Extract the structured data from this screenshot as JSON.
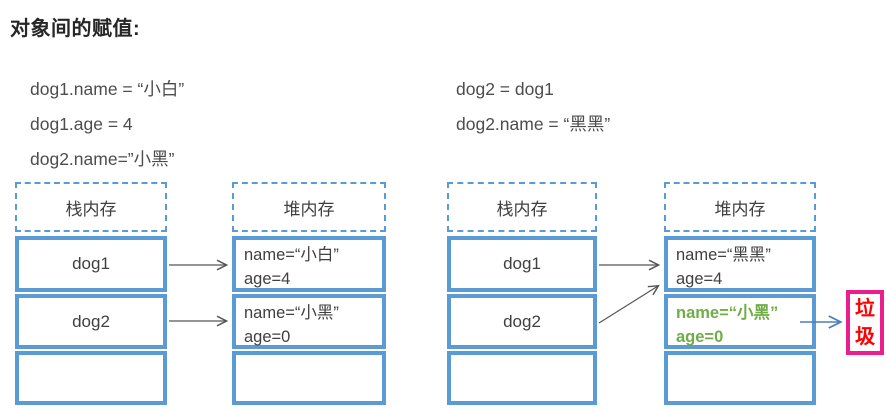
{
  "title": "对象间的赋值:",
  "code_left": {
    "lines": [
      "dog1.name = “小白”",
      "dog1.age = 4",
      "dog2.name=”小黑”"
    ]
  },
  "code_right": {
    "lines": [
      "dog2 = dog1",
      "dog2.name = “黑黑”"
    ]
  },
  "diagram_left": {
    "stack_title": "栈内存",
    "heap_title": "堆内存",
    "stack_row1": "dog1",
    "stack_row2": "dog2",
    "heap_row1": {
      "line1": "name=“小白”",
      "line2": "age=4"
    },
    "heap_row2": {
      "line1": "name=“小黑”",
      "line2": "age=0"
    }
  },
  "diagram_right": {
    "stack_title": "栈内存",
    "heap_title": "堆内存",
    "stack_row1": "dog1",
    "stack_row2": "dog2",
    "heap_row1": {
      "line1": "name=“黑黑”",
      "line2": "age=4"
    },
    "heap_row2": {
      "line1": "name=“小黑”",
      "line2": "age=0"
    },
    "garbage_label": "垃圾"
  },
  "colors": {
    "box_border": "#5B9BD5",
    "text": "#404040",
    "green": "#70AD47",
    "garbage_border": "#EC1E8E",
    "garbage_text": "#FF0000",
    "arrow": "#555555",
    "blue_arrow": "#4A7EBB"
  }
}
